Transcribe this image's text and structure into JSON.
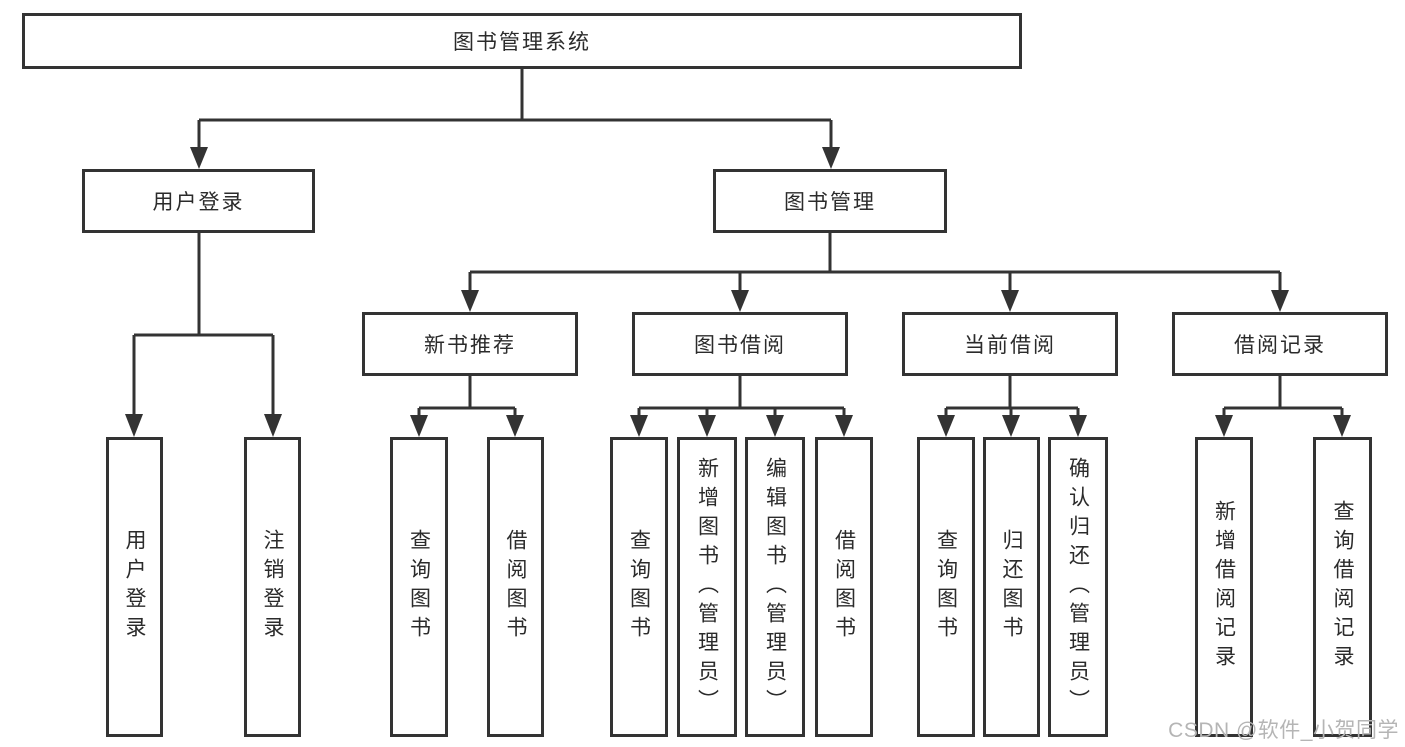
{
  "tree": {
    "root": {
      "label": "图书管理系统"
    },
    "branches": [
      {
        "label": "用户登录",
        "children": [
          {
            "label": "用户登录"
          },
          {
            "label": "注销登录"
          }
        ]
      },
      {
        "label": "图书管理",
        "children": [
          {
            "label": "新书推荐",
            "children": [
              {
                "label": "查询图书"
              },
              {
                "label": "借阅图书"
              }
            ]
          },
          {
            "label": "图书借阅",
            "children": [
              {
                "label": "查询图书"
              },
              {
                "label": "新增图书（管理员）"
              },
              {
                "label": "编辑图书（管理员）"
              },
              {
                "label": "借阅图书"
              }
            ]
          },
          {
            "label": "当前借阅",
            "children": [
              {
                "label": "查询图书"
              },
              {
                "label": "归还图书"
              },
              {
                "label": "确认归还（管理员）"
              }
            ]
          },
          {
            "label": "借阅记录",
            "children": [
              {
                "label": "新增借阅记录"
              },
              {
                "label": "查询借阅记录"
              }
            ]
          }
        ]
      }
    ]
  },
  "watermark": {
    "text": "CSDN @软件_小贺同学"
  },
  "colors": {
    "line": "#333333",
    "text": "#2b2b2b",
    "background": "#ffffff",
    "watermark": "#b5b5b5"
  }
}
